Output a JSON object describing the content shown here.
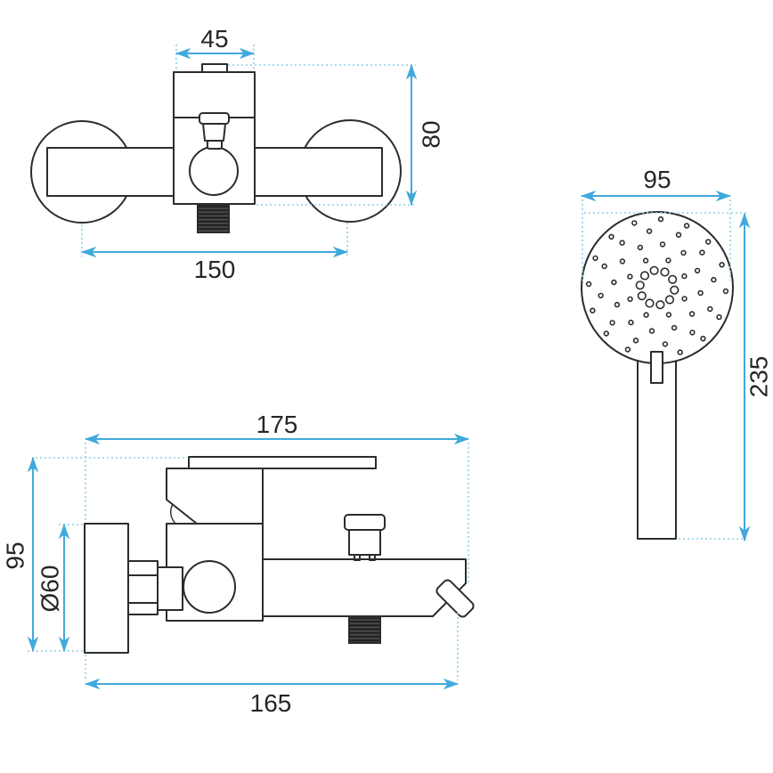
{
  "colors": {
    "outline": "#2c2c2c",
    "dimension": "#41a9dc",
    "extension": "#8cd0ea",
    "text": "#262626",
    "background": "#ffffff"
  },
  "views": {
    "faucet_front": {
      "dims": {
        "spout_width": "45",
        "body_height": "80",
        "centers_distance": "150"
      }
    },
    "faucet_side": {
      "dims": {
        "depth": "175",
        "height": "95",
        "escutcheon_diameter": "Ø60",
        "length": "165"
      }
    },
    "hand_shower": {
      "dims": {
        "head_diameter": "95",
        "total_length": "235"
      }
    }
  }
}
